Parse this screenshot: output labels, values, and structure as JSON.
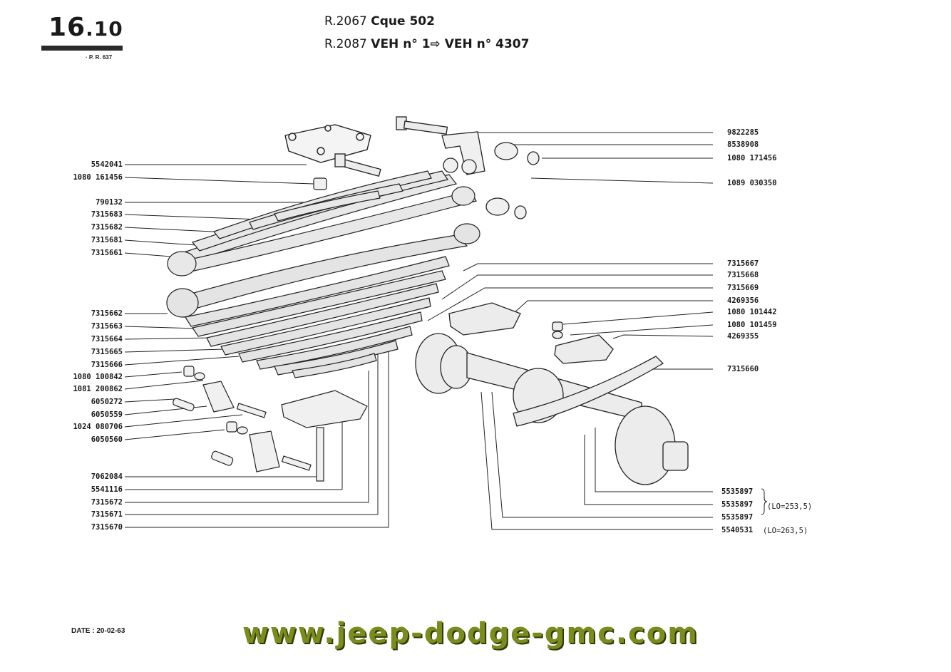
{
  "header": {
    "page_major": "16",
    "page_sep": ".",
    "page_minor": "10",
    "pr_code": "· P. R. 637",
    "ref_line1_prefix": "R.2067 ",
    "ref_line1_bold": "Cque 502",
    "ref_line2_prefix": "R.2087 ",
    "ref_line2_bold": "VEH n° 1⇨ VEH n° 4307"
  },
  "labels_left": [
    "5542041",
    "1080 161456",
    "790132",
    "7315683",
    "7315682",
    "7315681",
    "7315661",
    "7315662",
    "7315663",
    "7315664",
    "7315665",
    "7315666",
    "1080 100842",
    "1081 200862",
    "6050272",
    "6050559",
    "1024 080706",
    "6050560",
    "7062084",
    "5541116",
    "7315672",
    "7315671",
    "7315670"
  ],
  "labels_right": [
    "9822285",
    "8538908",
    "1080 171456",
    "1089 030350",
    "7315667",
    "7315668",
    "7315669",
    "4269356",
    "1080 101442",
    "1080 101459",
    "4269355",
    "7315660",
    "5535897",
    "5535897",
    "5535897",
    "5540531"
  ],
  "brace_note_1": "(LO=253,5)",
  "brace_note_2": "(LO=263,5)",
  "footer": {
    "date": "DATE : 20-02-63",
    "website": "www.jeep-dodge-gmc.com"
  }
}
